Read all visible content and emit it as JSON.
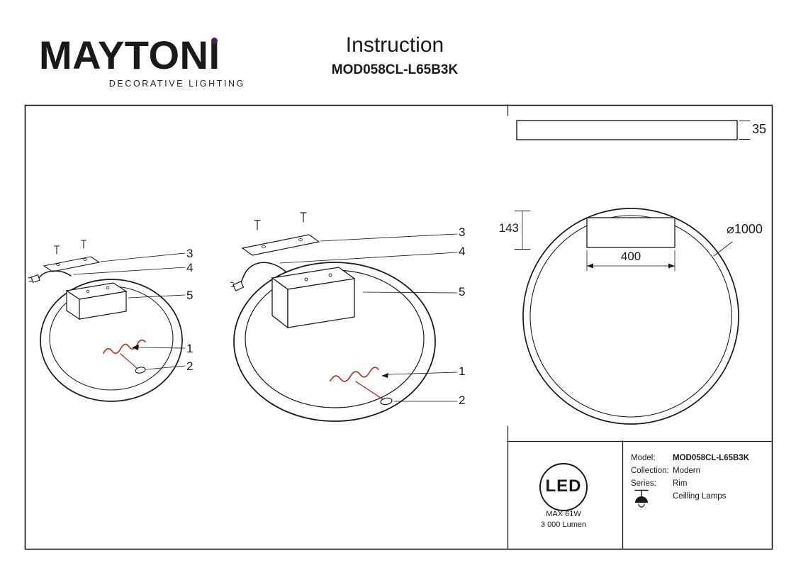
{
  "header": {
    "brand_main": "MAYTON",
    "brand_i": "I",
    "tagline": "DECORATIVE LIGHTING",
    "title": "Instruction",
    "model": "MOD058CL-L65B3K"
  },
  "dims": {
    "bar_height": "35",
    "canopy_height": "143",
    "mount_width": "400",
    "diameter": "⌀1000"
  },
  "parts": {
    "p1": "1",
    "p2": "2",
    "p3": "3",
    "p4": "4",
    "p5": "5"
  },
  "spec": {
    "led": "LED",
    "max_power": "MAX 61W",
    "lumens": "3 000 Lumen",
    "model_label": "Model:",
    "model_value": "MOD058CL-L65B3K",
    "collection_label": "Collection:",
    "collection_value": "Modern",
    "series_label": "Series:",
    "series_value": "Rim",
    "series_type": "Ceilling Lamps"
  },
  "colors": {
    "line": "#1a1a1a",
    "logo_dot": "#4a1e57",
    "wire_red": "#b23b2e"
  }
}
